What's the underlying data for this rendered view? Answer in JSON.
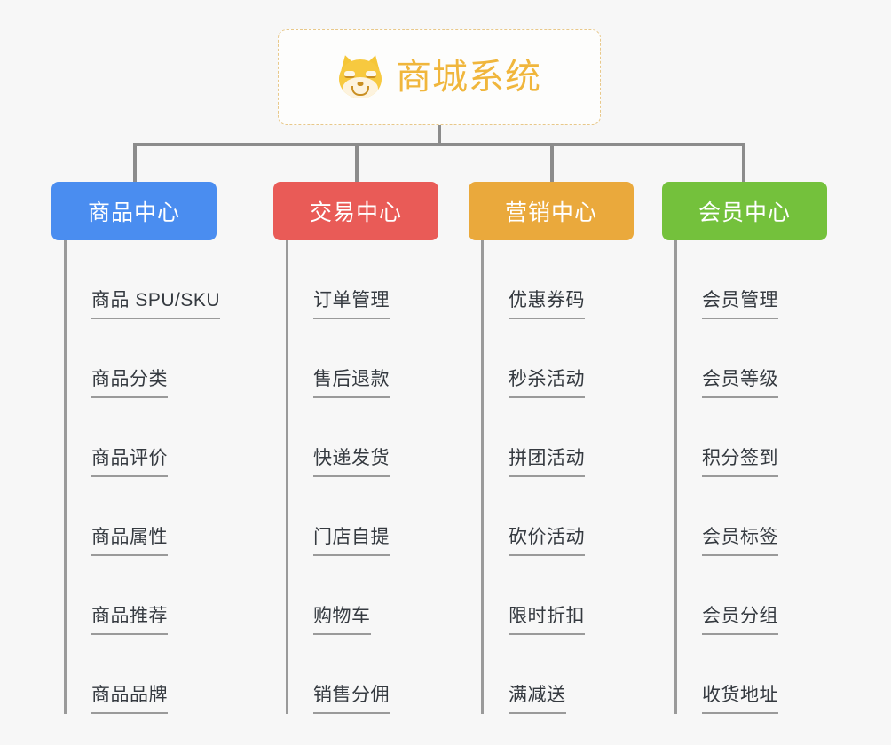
{
  "root": {
    "title": "商城系统",
    "icon": "shiba-dog-face-icon",
    "accent_color": "#f0b63c",
    "border_color": "#e8c88a"
  },
  "connector_color": "#8c8c8c",
  "columns": [
    {
      "id": "product-center",
      "label": "商品中心",
      "color": "#4a8df0",
      "items": [
        "商品 SPU/SKU",
        "商品分类",
        "商品评价",
        "商品属性",
        "商品推荐",
        "商品品牌"
      ]
    },
    {
      "id": "trade-center",
      "label": "交易中心",
      "color": "#e95b57",
      "items": [
        "订单管理",
        "售后退款",
        "快递发货",
        "门店自提",
        "购物车",
        "销售分佣"
      ]
    },
    {
      "id": "marketing-center",
      "label": "营销中心",
      "color": "#eaa93c",
      "items": [
        "优惠券码",
        "秒杀活动",
        "拼团活动",
        "砍价活动",
        "限时折扣",
        "满减送"
      ]
    },
    {
      "id": "member-center",
      "label": "会员中心",
      "color": "#74c13c",
      "items": [
        "会员管理",
        "会员等级",
        "积分签到",
        "会员标签",
        "会员分组",
        "收货地址"
      ]
    }
  ]
}
